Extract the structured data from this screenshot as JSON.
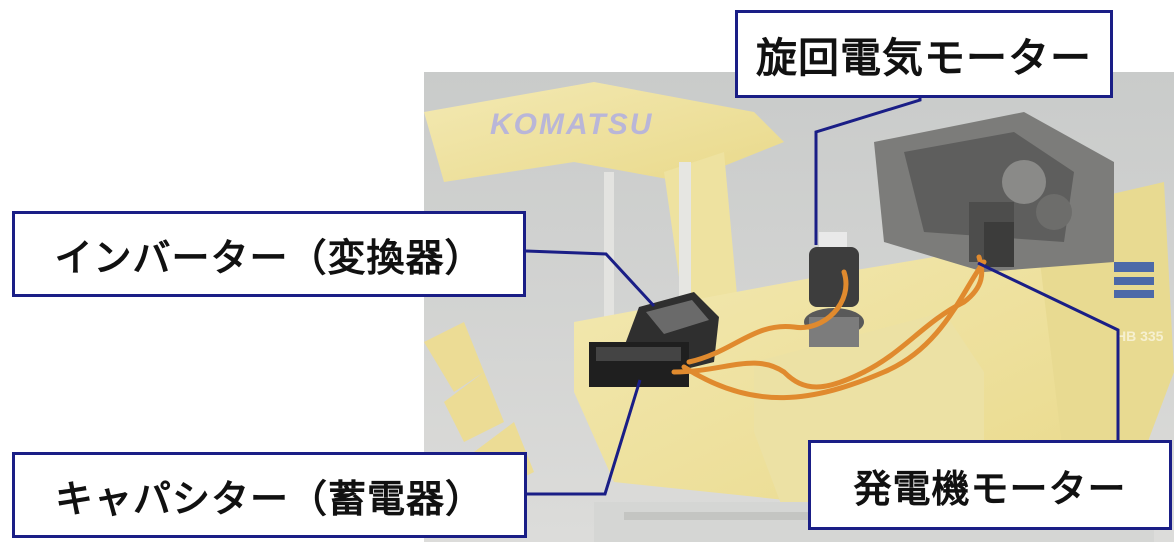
{
  "photo": {
    "brand_text": "KOMATSU",
    "model_text": "HB 335"
  },
  "callouts": {
    "swing_motor": "旋回電気モーター",
    "inverter": "インバーター（変換器）",
    "capacitor": "キャパシター（蓄電器）",
    "generator_motor": "発電機モーター"
  },
  "colors": {
    "callout_border": "#1a1e86",
    "cable_orange": "#e08a2e",
    "machine_yellow": "#efe199"
  }
}
